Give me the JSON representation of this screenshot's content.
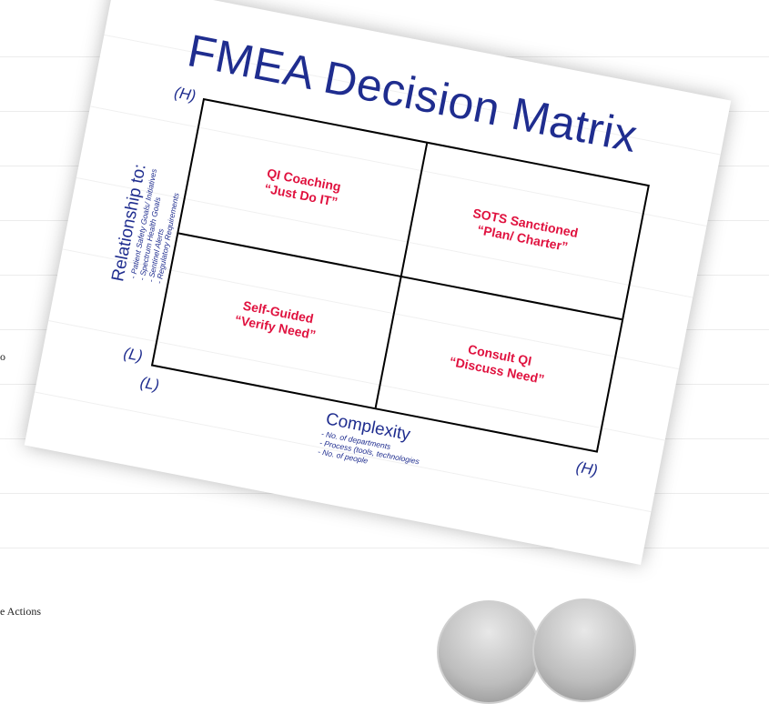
{
  "page": {
    "left_edge_fragment_1": "o",
    "left_edge_fragment_2": "e Actions"
  },
  "slide": {
    "title": "FMEA Decision Matrix",
    "y_axis": {
      "title": "Relationship to:",
      "items": [
        "- Patient Safety Goals/ Initiatives",
        "- Spectrum Health Goals",
        "- Sentinel Alerts",
        "- Regulatory Requirements"
      ],
      "high_marker": "(H)",
      "low_marker": "(L)"
    },
    "x_axis": {
      "title": "Complexity",
      "items": [
        "- No. of departments",
        "- Process (tools, technologies",
        "- No. of people"
      ],
      "low_marker": "(L)",
      "high_marker": "(H)"
    },
    "quadrants": {
      "top_left": {
        "line1": "QI Coaching",
        "line2": "“Just Do IT”"
      },
      "top_right": {
        "line1": "SOTS Sanctioned",
        "line2": "“Plan/ Charter”"
      },
      "bottom_left": {
        "line1": "Self-Guided",
        "line2": "“Verify Need”"
      },
      "bottom_right": {
        "line1": "Consult QI",
        "line2": "“Discuss Need”"
      }
    },
    "colors": {
      "title": "#1f2d8f",
      "axis_text": "#1f2d8f",
      "quadrant_text": "#e0123f",
      "grid": "#000000"
    }
  }
}
